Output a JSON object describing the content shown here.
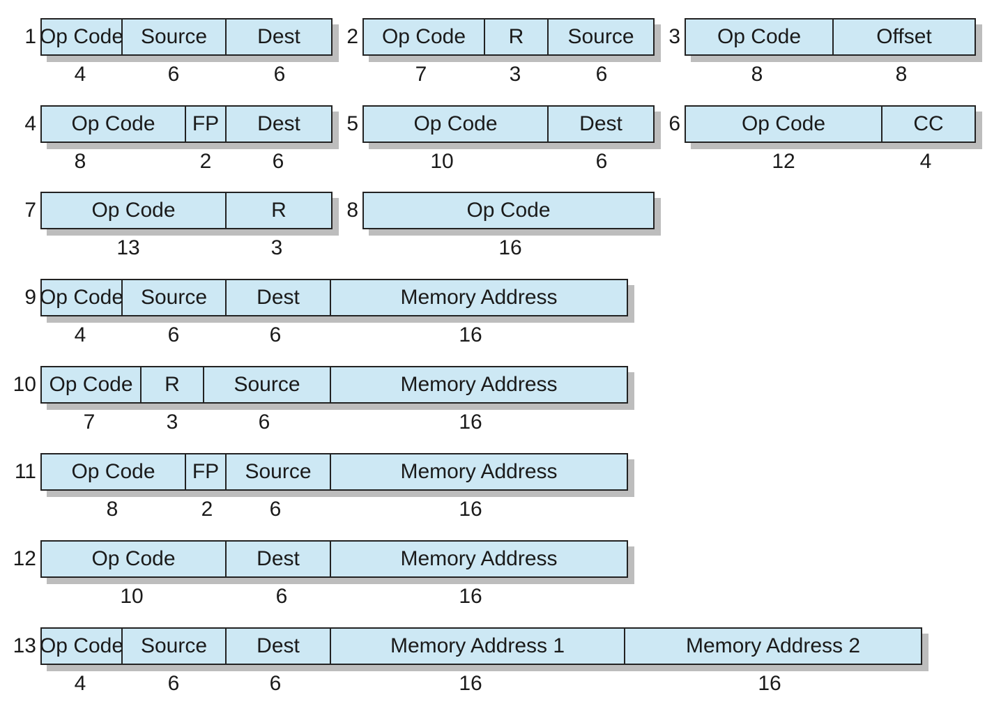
{
  "formats": [
    {
      "id": "1",
      "fields": [
        {
          "name": "Op Code",
          "bits": "4"
        },
        {
          "name": "Source",
          "bits": "6"
        },
        {
          "name": "Dest",
          "bits": "6"
        }
      ]
    },
    {
      "id": "2",
      "fields": [
        {
          "name": "Op Code",
          "bits": "7"
        },
        {
          "name": "R",
          "bits": "3"
        },
        {
          "name": "Source",
          "bits": "6"
        }
      ]
    },
    {
      "id": "3",
      "fields": [
        {
          "name": "Op Code",
          "bits": "8"
        },
        {
          "name": "Offset",
          "bits": "8"
        }
      ]
    },
    {
      "id": "4",
      "fields": [
        {
          "name": "Op Code",
          "bits": "8"
        },
        {
          "name": "FP",
          "bits": "2"
        },
        {
          "name": "Dest",
          "bits": "6"
        }
      ]
    },
    {
      "id": "5",
      "fields": [
        {
          "name": "Op Code",
          "bits": "10"
        },
        {
          "name": "Dest",
          "bits": "6"
        }
      ]
    },
    {
      "id": "6",
      "fields": [
        {
          "name": "Op Code",
          "bits": "12"
        },
        {
          "name": "CC",
          "bits": "4"
        }
      ]
    },
    {
      "id": "7",
      "fields": [
        {
          "name": "Op Code",
          "bits": "13"
        },
        {
          "name": "R",
          "bits": "3"
        }
      ]
    },
    {
      "id": "8",
      "fields": [
        {
          "name": "Op Code",
          "bits": "16"
        }
      ]
    },
    {
      "id": "9",
      "fields": [
        {
          "name": "Op Code",
          "bits": "4"
        },
        {
          "name": "Source",
          "bits": "6"
        },
        {
          "name": "Dest",
          "bits": "6"
        },
        {
          "name": "Memory Address",
          "bits": "16"
        }
      ]
    },
    {
      "id": "10",
      "fields": [
        {
          "name": "Op Code",
          "bits": "7"
        },
        {
          "name": "R",
          "bits": "3"
        },
        {
          "name": "Source",
          "bits": "6"
        },
        {
          "name": "Memory Address",
          "bits": "16"
        }
      ]
    },
    {
      "id": "11",
      "fields": [
        {
          "name": "Op Code",
          "bits": "8"
        },
        {
          "name": "FP",
          "bits": "2"
        },
        {
          "name": "Source",
          "bits": "6"
        },
        {
          "name": "Memory Address",
          "bits": "16"
        }
      ]
    },
    {
      "id": "12",
      "fields": [
        {
          "name": "Op Code",
          "bits": "10"
        },
        {
          "name": "Dest",
          "bits": "6"
        },
        {
          "name": "Memory Address",
          "bits": "16"
        }
      ]
    },
    {
      "id": "13",
      "fields": [
        {
          "name": "Op Code",
          "bits": "4"
        },
        {
          "name": "Source",
          "bits": "6"
        },
        {
          "name": "Dest",
          "bits": "6"
        },
        {
          "name": "Memory Address 1",
          "bits": "16"
        },
        {
          "name": "Memory Address 2",
          "bits": "16"
        }
      ]
    }
  ]
}
